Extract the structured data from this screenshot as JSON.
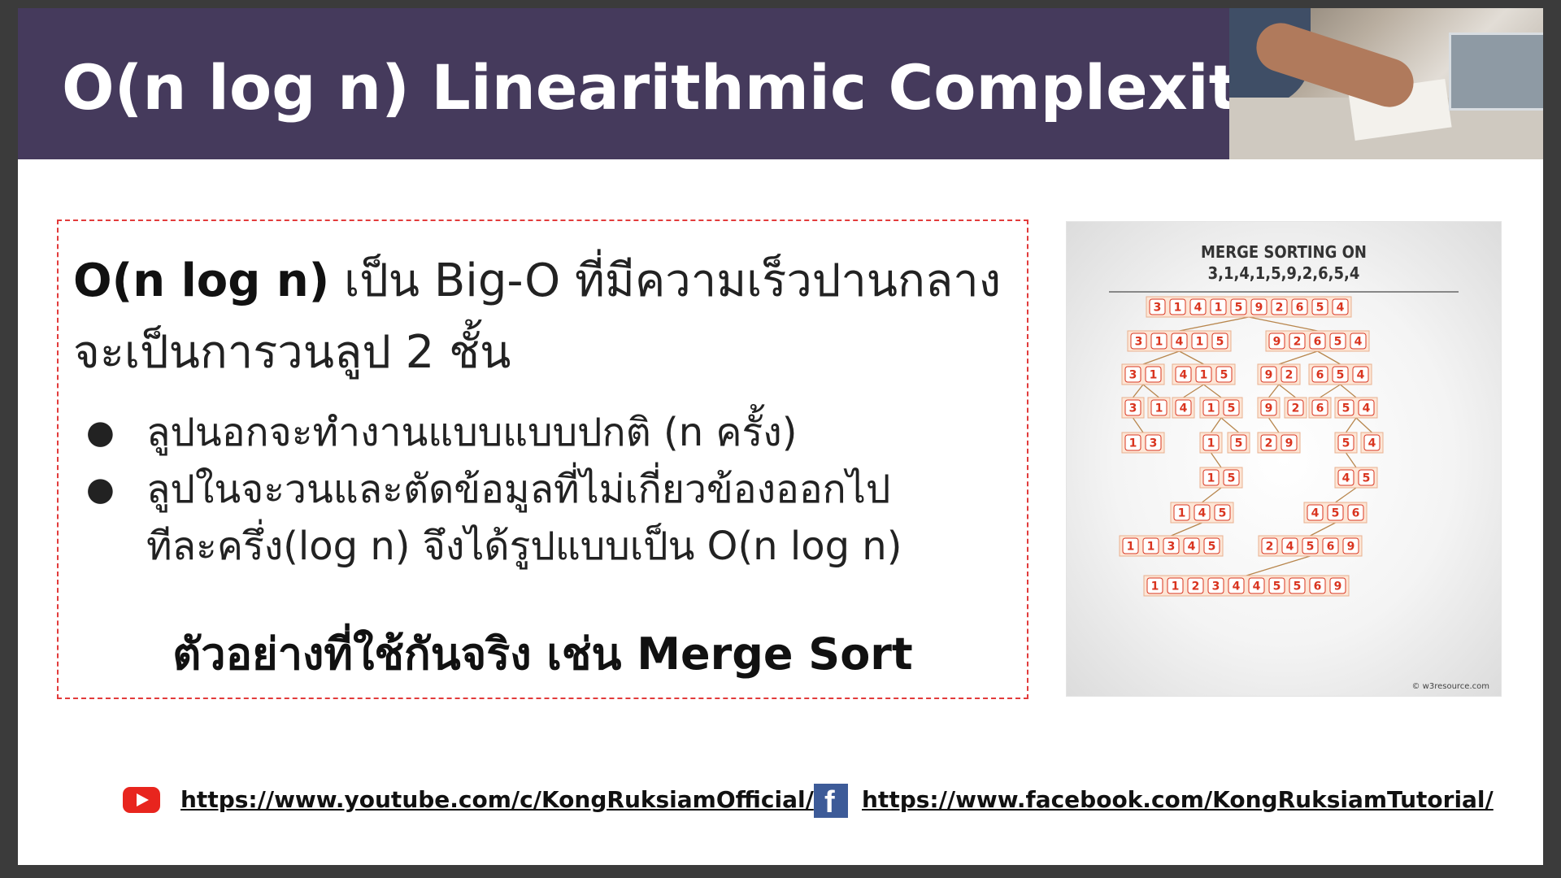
{
  "slide": {
    "title": "O(n log n) Linearithmic Complexity",
    "intro_bold": "O(n log n)",
    "intro_rest": " เป็น Big-O ที่มีความเร็วปานกลาง",
    "intro_line2": "จะเป็นการวนลูป 2 ชั้น",
    "bullets": [
      {
        "line1": "ลูปนอกจะทำงานแบบแบบปกติ (n ครั้ง)",
        "line2": ""
      },
      {
        "line1": "ลูปในจะวนและตัดข้อมูลที่ไม่เกี่ยวข้องออกไป",
        "line2": "ทีละครึ่ง(log n) จึงได้รูปแบบเป็น O(n log n)"
      }
    ],
    "example": "ตัวอย่างที่ใช้กันจริง เช่น Merge Sort"
  },
  "figure": {
    "title_line1": "MERGE SORTING ON",
    "title_line2": "3,1,4,1,5,9,2,6,5,4",
    "copyright": "© w3resource.com",
    "levels": [
      [
        [
          "3",
          "1",
          "4",
          "1",
          "5",
          "9",
          "2",
          "6",
          "5",
          "4"
        ]
      ],
      [
        [
          "3",
          "1",
          "4",
          "1",
          "5"
        ],
        [
          "9",
          "2",
          "6",
          "5",
          "4"
        ]
      ],
      [
        [
          "3",
          "1"
        ],
        [
          "4",
          "1",
          "5"
        ],
        [
          "9",
          "2"
        ],
        [
          "6",
          "5",
          "4"
        ]
      ],
      [
        [
          "3"
        ],
        [
          "1"
        ],
        [
          "4"
        ],
        [
          "1",
          "5"
        ],
        [
          "9"
        ],
        [
          "2"
        ],
        [
          "6"
        ],
        [
          "5",
          "4"
        ]
      ],
      [
        [
          "1",
          "3"
        ],
        [
          "1"
        ],
        [
          "5"
        ],
        [
          "2",
          "9"
        ],
        [
          "5"
        ],
        [
          "4"
        ]
      ],
      [
        [
          "1",
          "5"
        ],
        [
          "4",
          "5"
        ]
      ],
      [
        [
          "1",
          "4",
          "5"
        ],
        [
          "4",
          "5",
          "6"
        ]
      ],
      [
        [
          "1",
          "1",
          "3",
          "4",
          "5"
        ],
        [
          "2",
          "4",
          "5",
          "6",
          "9"
        ]
      ],
      [
        [
          "1",
          "1",
          "2",
          "3",
          "4",
          "4",
          "5",
          "5",
          "6",
          "9"
        ]
      ]
    ]
  },
  "footer": {
    "youtube_url": "https://www.youtube.com/c/KongRuksiamOfficial/",
    "facebook_url": "https://www.facebook.com/KongRuksiamTutorial/",
    "facebook_glyph": "f"
  },
  "colors": {
    "header_bg": "#453a5c",
    "border_dashed": "#e23b3b",
    "youtube_red": "#e8251e",
    "facebook_blue": "#3d5b98",
    "cell_fill": "#fbd7bf",
    "cell_text": "#d9341f",
    "arrow": "#b8864d"
  }
}
